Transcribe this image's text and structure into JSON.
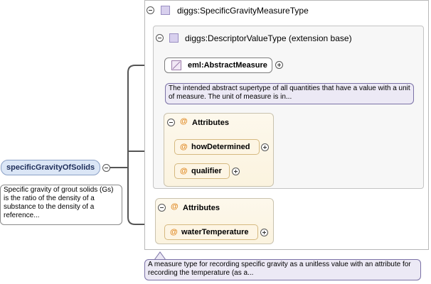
{
  "root": {
    "name": "specificGravityOfSolids",
    "doc": "Specific gravity of grout solids (Gs) is the ratio of the density of a substance to the density of a reference..."
  },
  "type": {
    "name": "diggs:SpecificGravityMeasureType",
    "doc": "A measure type for recording specific gravity as a unitless value with an attribute for recording the temperature (as a..."
  },
  "base": {
    "name": "diggs:DescriptorValueType (extension base)",
    "measure_name": "eml:AbstractMeasure",
    "measure_doc": "The intended abstract supertype of all quantities that have a value with a unit of measure. The unit of measure is in..."
  },
  "inner_attributes": {
    "label": "Attributes",
    "items": [
      "howDetermined",
      "qualifier"
    ]
  },
  "outer_attributes": {
    "label": "Attributes",
    "items": [
      "waterTemperature"
    ]
  },
  "symbols": {
    "at": "@"
  },
  "colors": {
    "root_fill": "#dbe6f6",
    "type_doc_fill": "#ece9f5",
    "attribute_fill": "#fdf5e4",
    "attribute_marker": "#e08a25"
  }
}
